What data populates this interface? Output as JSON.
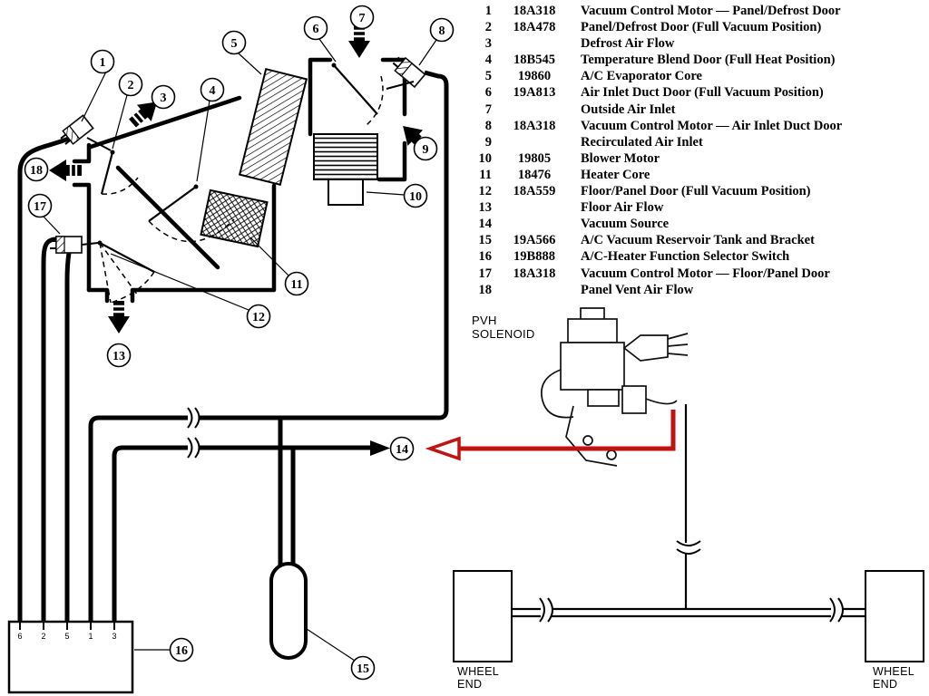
{
  "legend": {
    "items": [
      {
        "num": "1",
        "part": "18A318",
        "desc": "Vacuum Control Motor — Panel/Defrost Door"
      },
      {
        "num": "2",
        "part": "18A478",
        "desc": "Panel/Defrost Door (Full Vacuum Position)"
      },
      {
        "num": "3",
        "part": "",
        "desc": "Defrost Air Flow"
      },
      {
        "num": "4",
        "part": "18B545",
        "desc": "Temperature Blend Door (Full Heat Position)"
      },
      {
        "num": "5",
        "part": "19860",
        "desc": "A/C Evaporator Core"
      },
      {
        "num": "6",
        "part": "19A813",
        "desc": "Air Inlet Duct Door (Full Vacuum Position)"
      },
      {
        "num": "7",
        "part": "",
        "desc": "Outside Air Inlet"
      },
      {
        "num": "8",
        "part": "18A318",
        "desc": "Vacuum Control Motor — Air Inlet Duct Door"
      },
      {
        "num": "9",
        "part": "",
        "desc": "Recirculated Air Inlet"
      },
      {
        "num": "10",
        "part": "19805",
        "desc": "Blower Motor"
      },
      {
        "num": "11",
        "part": "18476",
        "desc": "Heater Core"
      },
      {
        "num": "12",
        "part": "18A559",
        "desc": "Floor/Panel Door (Full Vacuum Position)"
      },
      {
        "num": "13",
        "part": "",
        "desc": "Floor Air Flow"
      },
      {
        "num": "14",
        "part": "",
        "desc": "Vacuum Source"
      },
      {
        "num": "15",
        "part": "19A566",
        "desc": "A/C Vacuum Reservoir Tank and Bracket"
      },
      {
        "num": "16",
        "part": "19B888",
        "desc": "A/C-Heater Function Selector Switch"
      },
      {
        "num": "17",
        "part": "18A318",
        "desc": "Vacuum Control Motor — Floor/Panel Door"
      },
      {
        "num": "18",
        "part": "",
        "desc": "Panel Vent Air Flow"
      }
    ]
  },
  "callouts": [
    "1",
    "2",
    "3",
    "4",
    "5",
    "6",
    "7",
    "8",
    "9",
    "10",
    "11",
    "12",
    "13",
    "14",
    "15",
    "16",
    "17",
    "18"
  ],
  "switch_ports": [
    "6",
    "2",
    "5",
    "1",
    "3"
  ],
  "labels": {
    "pvh_solenoid": [
      "PVH",
      "SOLENOID"
    ],
    "wheel_end_left": [
      "WHEEL",
      "END"
    ],
    "wheel_end_right": [
      "WHEEL",
      "END"
    ]
  },
  "colors": {
    "line": "#000000",
    "highlight_arrow": "#c11212",
    "background": "#ffffff"
  }
}
